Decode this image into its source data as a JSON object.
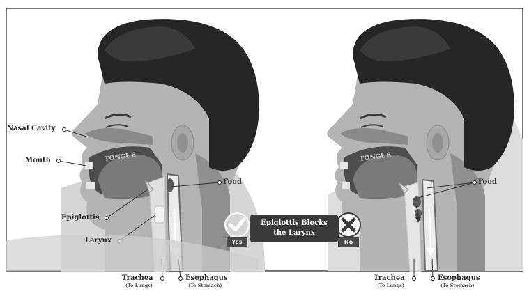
{
  "diagram": {
    "left_labels": {
      "nasal_cavity": "Nasal Cavity",
      "mouth": "Mouth",
      "epiglottis": "Epiglottis",
      "larynx": "Larynx",
      "food": "Food",
      "tongue": "TONGUE",
      "trachea": "Trachea",
      "trachea_sub": "(To Lungs)",
      "esophagus": "Esophagus",
      "esophagus_sub": "(To Stomach)"
    },
    "right_labels": {
      "food": "Food",
      "tongue": "TONGUE",
      "trachea": "Trachea",
      "trachea_sub": "(To Lungs)",
      "esophagus": "Esophagus",
      "esophagus_sub": "(To Stomach)"
    },
    "center": {
      "banner_line1": "Epiglottis Blocks",
      "banner_line2": "the Larynx",
      "yes_label": "Yes",
      "no_label": "No"
    }
  },
  "colors": {
    "hair": "#262626",
    "skin_light": "#bdbdbd",
    "skin_mid": "#9a9a9a",
    "skin_dark": "#6e6e6e",
    "mouth_cavity": "#4d4d4d",
    "tongue": "#7a7a7a",
    "tube_light": "#e8e8e8",
    "label_text": "#2c2c2c",
    "banner_bg": "#3a3a3a"
  }
}
